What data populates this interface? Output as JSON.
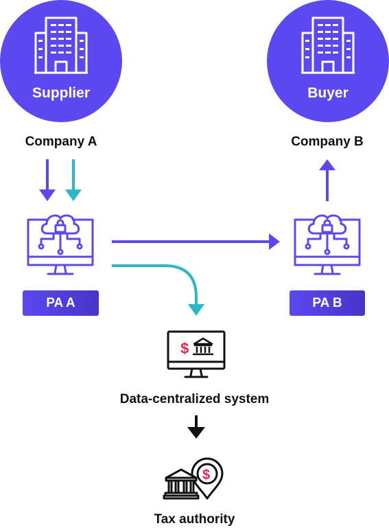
{
  "supplier": {
    "role": "Supplier",
    "company": "Company A"
  },
  "buyer": {
    "role": "Buyer",
    "company": "Company B"
  },
  "pa_a": {
    "label": "PA A"
  },
  "pa_b": {
    "label": "PA B"
  },
  "system": {
    "label": "Data-centralized system"
  },
  "tax": {
    "label": "Tax authority"
  },
  "colors": {
    "primary": "#5b48f0",
    "teal": "#2ab8c9",
    "dark": "#111111",
    "accent_red": "#e8264d"
  },
  "icons": {
    "supplier": "office-building-icon",
    "buyer": "office-building-icon",
    "pa_a": "cloud-lock-monitor-icon",
    "pa_b": "cloud-lock-monitor-icon",
    "system": "monitor-dollar-bank-icon",
    "tax": "bank-dollar-pin-icon"
  }
}
